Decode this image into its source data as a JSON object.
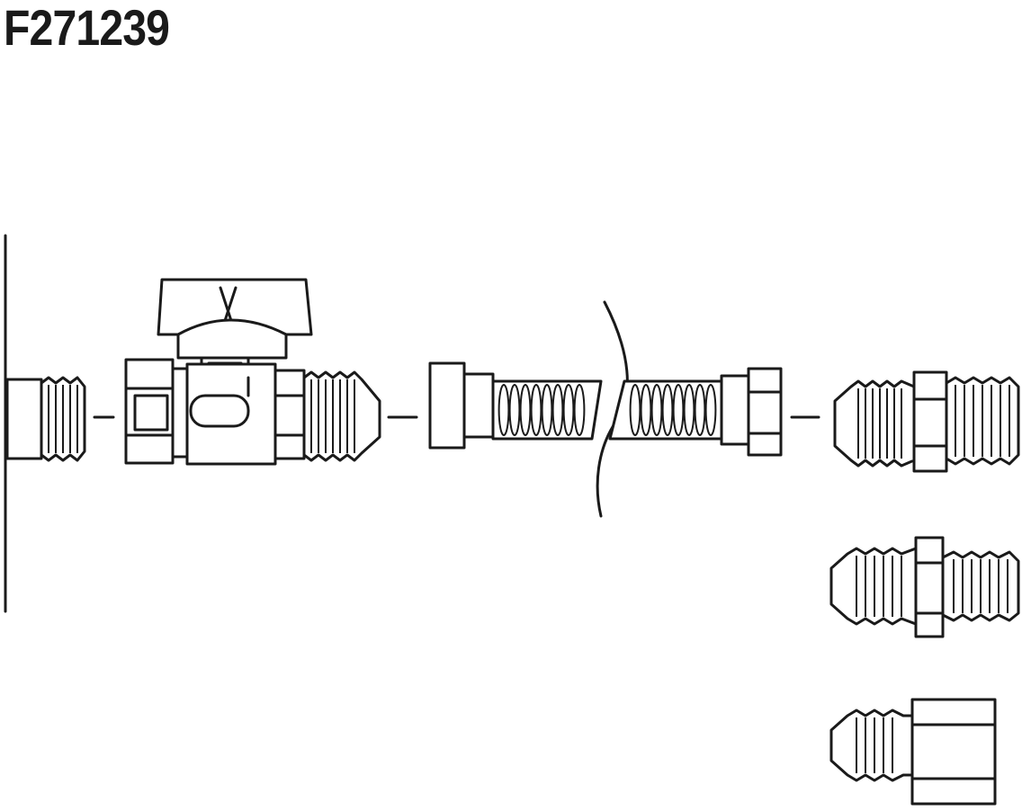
{
  "title": "F271239",
  "colors": {
    "line": "#1a1a1a",
    "background": "#ffffff"
  },
  "parts": [
    "wall-pipe-stub",
    "ball-valve",
    "flexible-connector-left-end",
    "flexible-connector-right-end",
    "flare-adapter-1",
    "flare-adapter-2",
    "flare-adapter-3"
  ]
}
